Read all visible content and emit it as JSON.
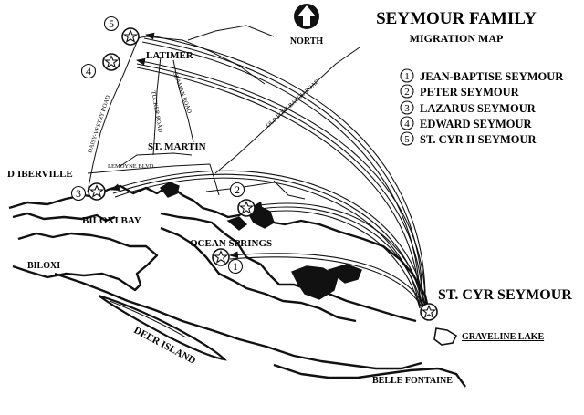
{
  "title": "SEYMOUR FAMILY",
  "subtitle": "MIGRATION MAP",
  "north_label": "NORTH",
  "legend": [
    {
      "num": "1",
      "name": "JEAN-BAPTISE SEYMOUR"
    },
    {
      "num": "2",
      "name": "PETER SEYMOUR"
    },
    {
      "num": "3",
      "name": "LAZARUS SEYMOUR"
    },
    {
      "num": "4",
      "name": "EDWARD SEYMOUR"
    },
    {
      "num": "5",
      "name": "ST. CYR II SEYMOUR"
    }
  ],
  "origin_label": "ST. CYR SEYMOUR",
  "places": {
    "latimer": "LATIMER",
    "st_martin": "ST. MARTIN",
    "diberville": "D'IBERVILLE",
    "biloxi_bay": "BILOXI BAY",
    "biloxi": "BILOXI",
    "ocean_springs": "OCEAN SPRINGS",
    "deer_island": "DEER ISLAND",
    "graveline_lake": "GRAVELINE LAKE",
    "belle_fontaine": "BELLE FONTAINE"
  },
  "roads": {
    "old_fort_bayou": "OLD FORT BAYOU ROAD",
    "lemoyne": "LEMOYNE BLVD.",
    "daisy_vestry": "DAISY-VESTRY ROAD",
    "tucker": "TUCKER ROAD",
    "seaman": "SEAMAN ROAD"
  },
  "colors": {
    "ink": "#111111",
    "paper": "#ffffff"
  }
}
